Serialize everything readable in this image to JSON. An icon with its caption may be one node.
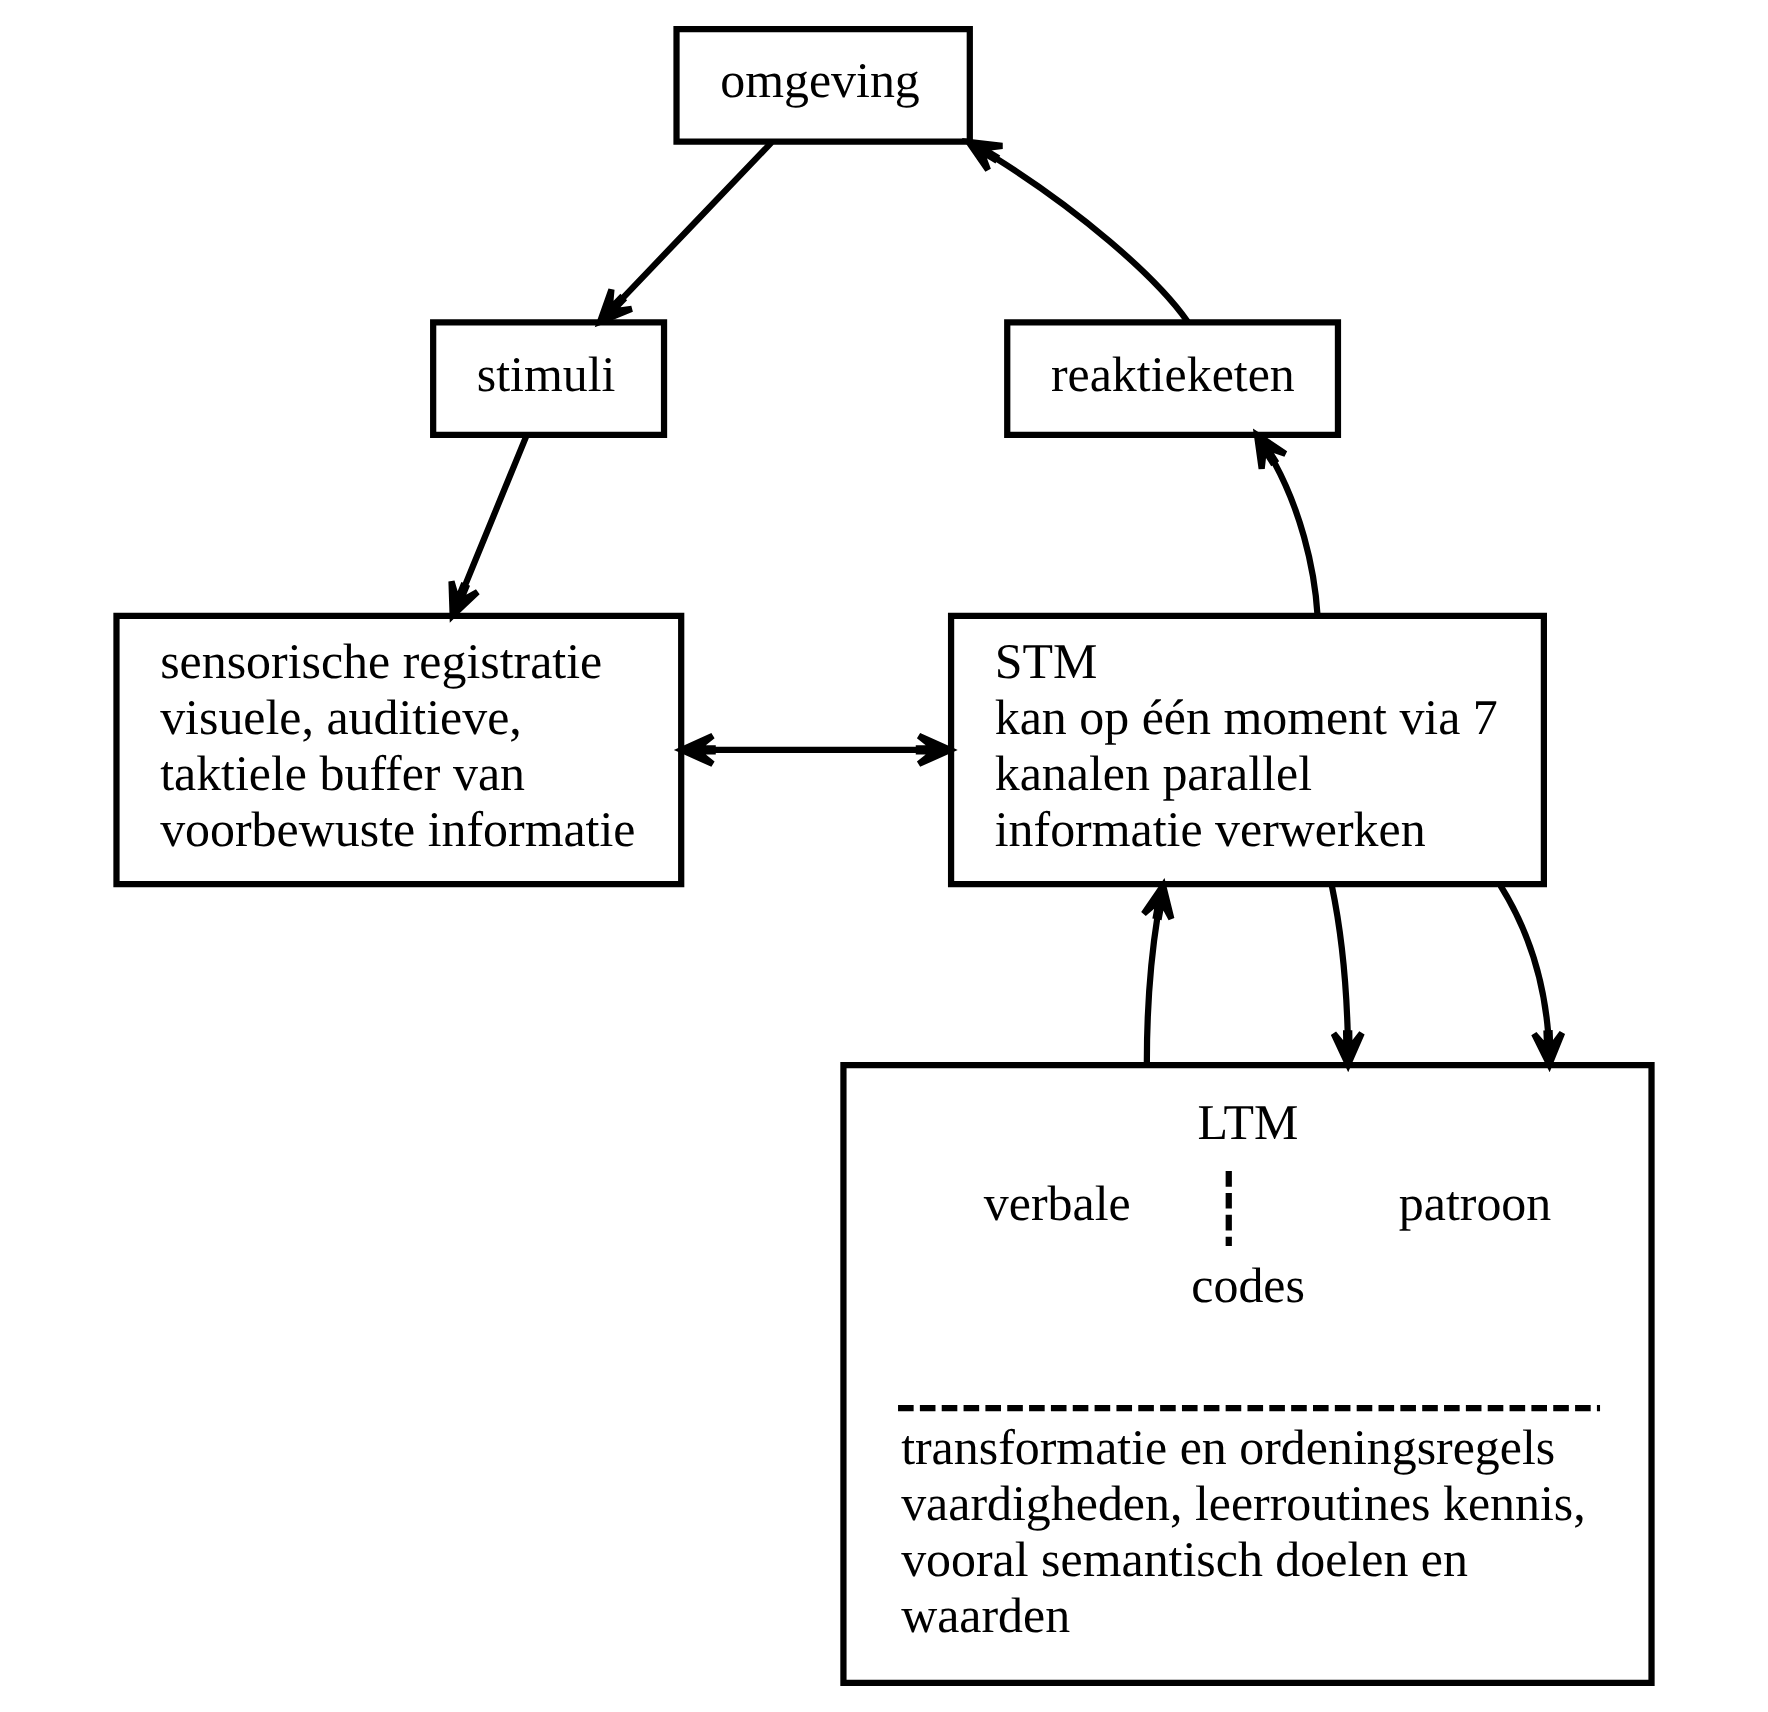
{
  "diagram": {
    "nodes": [
      {
        "text": [
          "omgeving"
        ]
      },
      {
        "text": [
          "stimuli"
        ]
      },
      {
        "text": [
          "reaktieketen"
        ]
      },
      {
        "text": [
          "sensorische registratie",
          "visuele, auditieve, taktiele buffer van voorbewuste informatie"
        ]
      },
      {
        "text": [
          "STM",
          "kan op één moment via 7 kanalen parallel informatie verwerken"
        ]
      },
      {
        "text": [
          "LTM",
          "verbale",
          "patroon",
          "codes",
          "transformatie en ordeningsregels vaardigheden, leerroutines kennis, vooral semantisch doelen en waarden"
        ]
      }
    ],
    "edges": [
      {
        "from": 0,
        "to": 1,
        "arrow": "to"
      },
      {
        "from": 2,
        "to": 0,
        "arrow": "to"
      },
      {
        "from": 1,
        "to": 3,
        "arrow": "to"
      },
      {
        "from": 3,
        "to": 4,
        "arrow": "both"
      },
      {
        "from": 4,
        "to": 2,
        "arrow": "to"
      },
      {
        "from": 5,
        "to": 4,
        "arrow": "to"
      },
      {
        "from": 4,
        "to": 5,
        "arrow": "to"
      },
      {
        "from": 4,
        "to": 5,
        "arrow": "to"
      }
    ]
  }
}
